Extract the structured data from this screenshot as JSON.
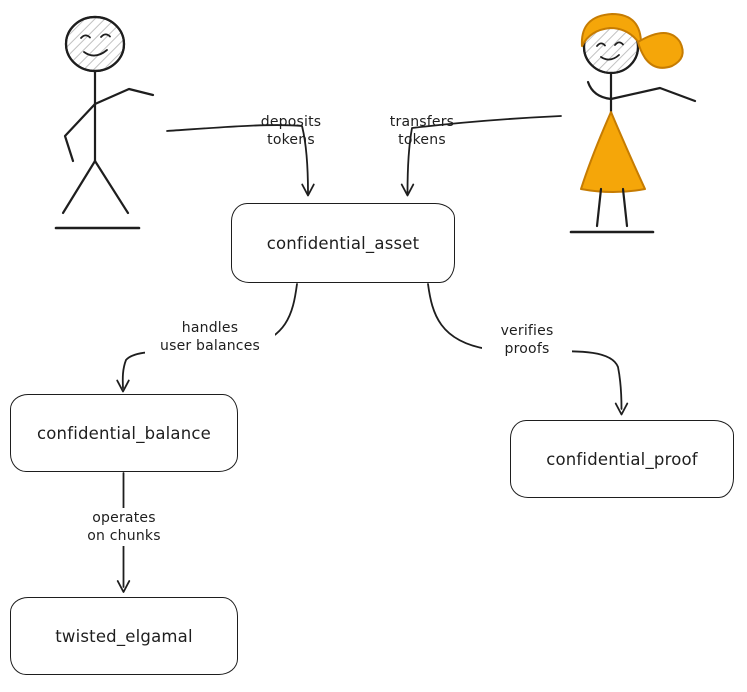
{
  "diagram": {
    "background_color": "#ffffff",
    "stroke_color": "#1e1e1e",
    "accent_orange": "#f5a609",
    "figures": {
      "man": "male-stick-figure",
      "woman": "female-stick-figure"
    },
    "nodes": {
      "asset": {
        "label": "confidential_asset"
      },
      "balance": {
        "label": "confidential_balance"
      },
      "proof": {
        "label": "confidential_proof"
      },
      "elgamal": {
        "label": "twisted_elgamal"
      }
    },
    "edge_labels": {
      "deposits": "deposits\ntokens",
      "transfers": "transfers\ntokens",
      "handles": "handles\nuser balances",
      "verifies": "verifies\nproofs",
      "operates": "operates\non chunks"
    }
  }
}
